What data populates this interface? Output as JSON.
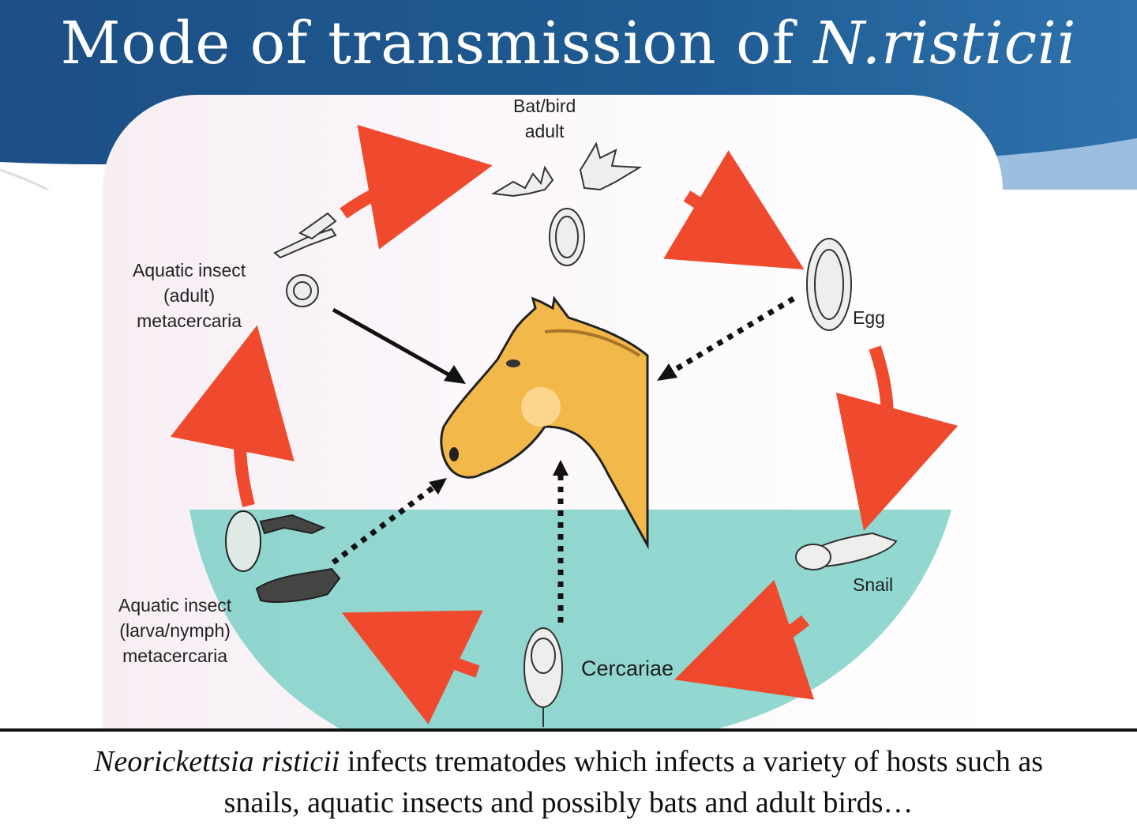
{
  "slide": {
    "title_main": "Mode of transmission of ",
    "title_italic": "N.risticii"
  },
  "diagram": {
    "labels": {
      "bat_bird_line1": "Bat/bird",
      "bat_bird_line2": "adult",
      "aquatic_adult_line1": "Aquatic insect",
      "aquatic_adult_line2": "(adult)",
      "aquatic_adult_line3": "metacercaria",
      "egg": "Egg",
      "snail": "Snail",
      "cercariae": "Cercariae",
      "aquatic_larva_line1": "Aquatic insect",
      "aquatic_larva_line2": "(larva/nymph)",
      "aquatic_larva_line3": "metacercaria"
    },
    "colors": {
      "arrow": "#f04a2e",
      "water": "#7fd0c8",
      "horse": "#f2b94a",
      "header": "#1f5b92"
    }
  },
  "caption": {
    "italic": "Neorickettsia risticii",
    "line1_rest": " infects trematodes which infects a variety of hosts such as",
    "line2": "snails, aquatic insects and possibly bats and adult birds…"
  }
}
